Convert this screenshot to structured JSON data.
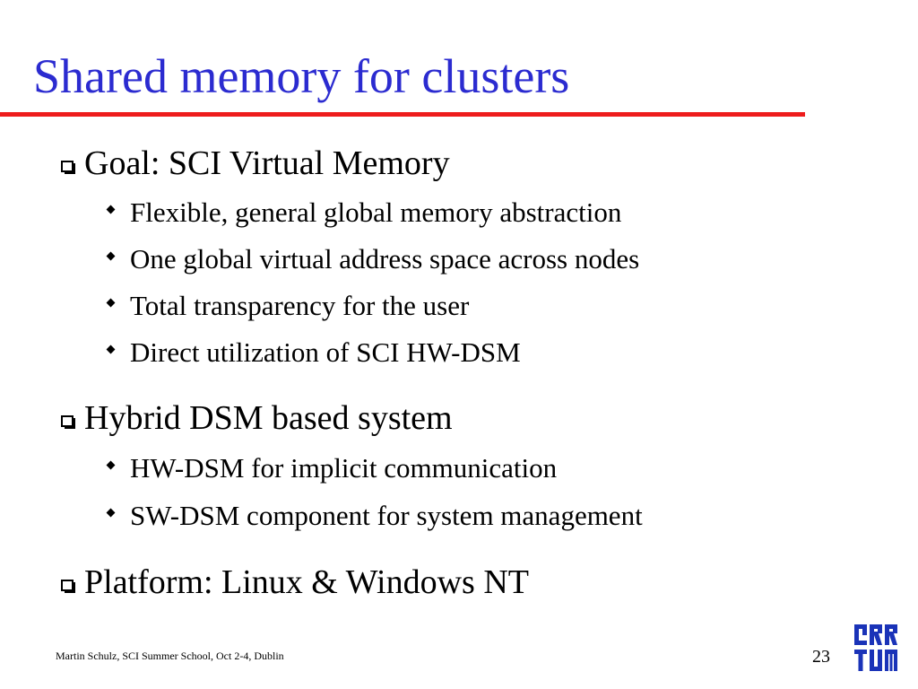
{
  "slide": {
    "title": "Shared memory for clusters",
    "sections": [
      {
        "heading": "Goal: SCI Virtual Memory",
        "items": [
          "Flexible, general global memory abstraction",
          "One global virtual address space across nodes",
          "Total transparency for the user",
          "Direct utilization of SCI HW-DSM"
        ]
      },
      {
        "heading": "Hybrid DSM based system",
        "items": [
          "HW-DSM for implicit communication",
          "SW-DSM component for system management"
        ]
      },
      {
        "heading": "Platform: Linux & Windows NT",
        "items": []
      }
    ],
    "footer": "Martin Schulz, SCI Summer School, Oct 2-4, Dublin",
    "page_number": "23",
    "logo_icon": "tum-logo-icon"
  },
  "colors": {
    "title": "#2b2bd0",
    "rule": "#ee1c1c",
    "logo": "#1a33b8"
  }
}
